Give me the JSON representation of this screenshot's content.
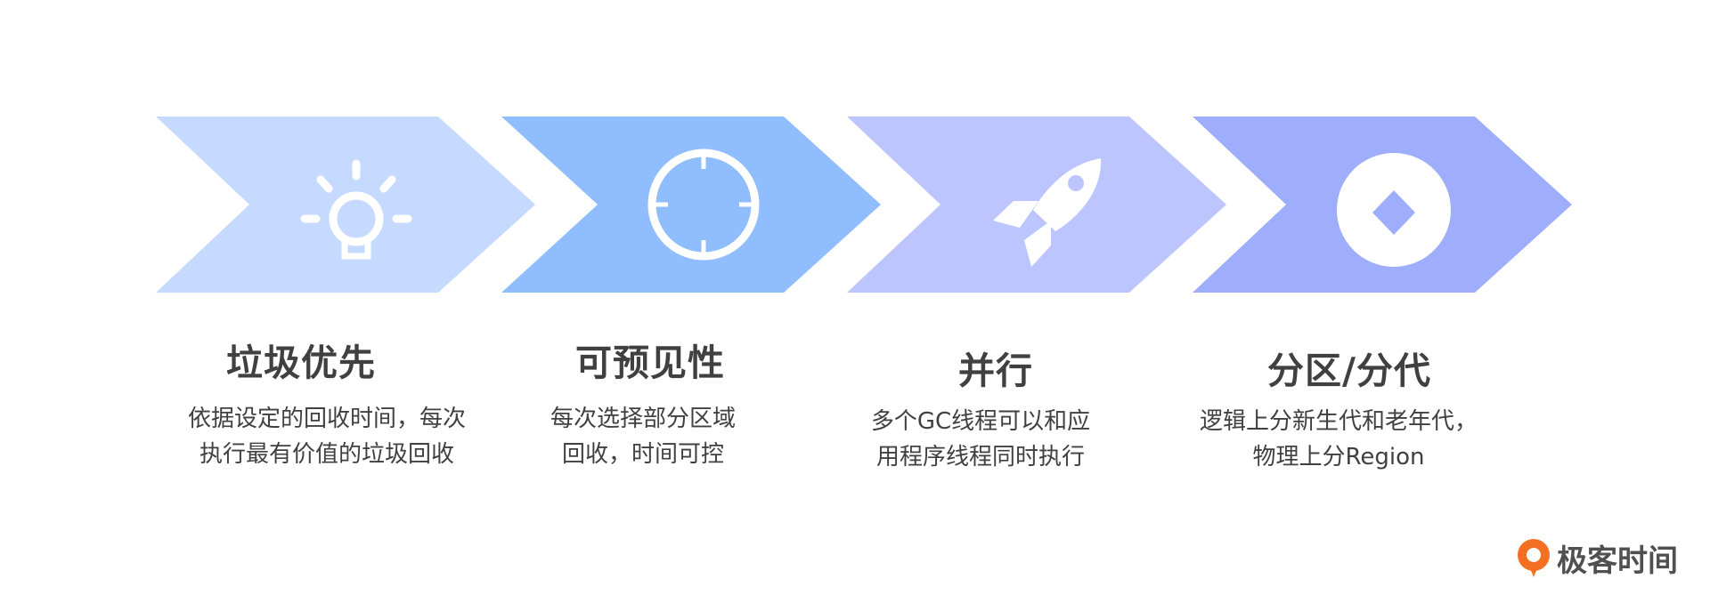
{
  "steps": [
    {
      "title": "垃圾优先",
      "desc": [
        "依据设定的回收时间，每次",
        "执行最有价值的垃圾回收"
      ],
      "icon": "lightbulb-icon",
      "color": "#c6d9ff"
    },
    {
      "title": "可预见性",
      "desc": [
        "每次选择部分区域",
        "回收，时间可控"
      ],
      "icon": "crosshair-icon",
      "color": "#8fbdfe"
    },
    {
      "title": "并行",
      "desc": [
        "多个GC线程可以和应",
        "用程序线程同时执行"
      ],
      "icon": "rocket-icon",
      "color": "#bcc5fe"
    },
    {
      "title": "分区/分代",
      "desc": [
        "逻辑上分新生代和老年代，",
        "物理上分Region"
      ],
      "icon": "coin-icon",
      "color": "#9eaefd"
    }
  ],
  "brand": {
    "name": "极客时间",
    "color": "#f36f21"
  }
}
